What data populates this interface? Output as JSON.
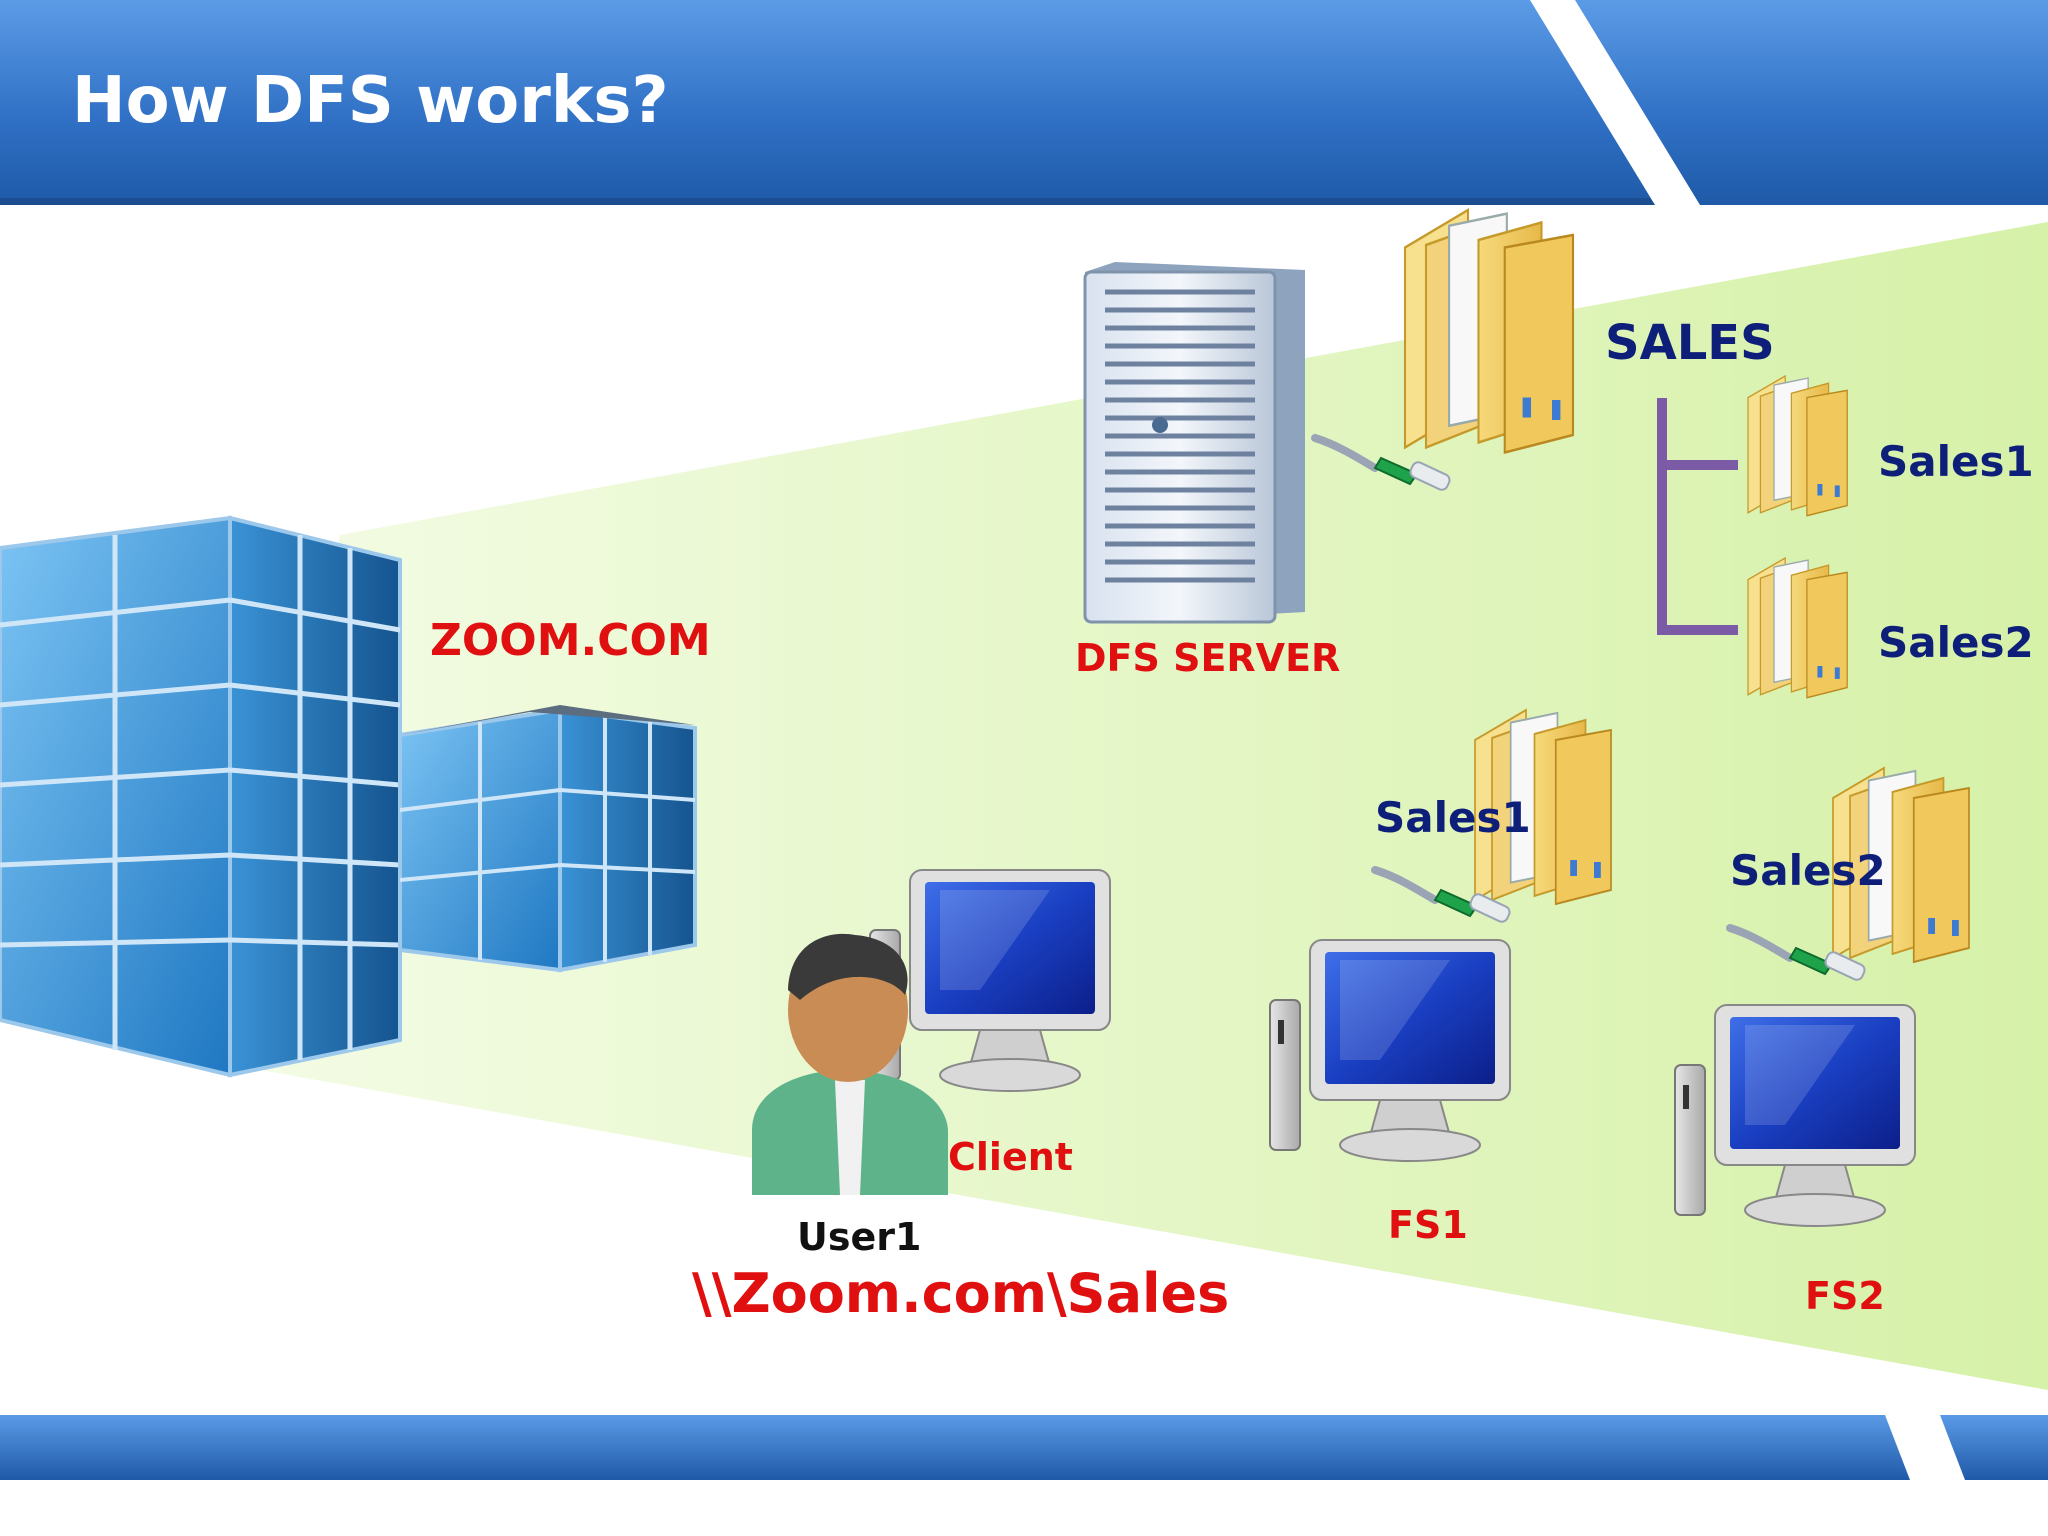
{
  "slide": {
    "title": "How DFS works?"
  },
  "labels": {
    "domain": "ZOOM.COM",
    "dfs_server": "DFS SERVER",
    "sales_root": "SALES",
    "tree_sales1": "Sales1",
    "tree_sales2": "Sales2",
    "fs1_share": "Sales1",
    "fs2_share": "Sales2",
    "client": "Client",
    "user": "User1",
    "unc_path": "\\\\Zoom.com\\Sales",
    "fs1": "FS1",
    "fs2": "FS2"
  },
  "colors": {
    "header_blue": "#3a7bd5",
    "zone_green": "#dff5b8",
    "tree_line": "#7b5aa6",
    "label_red": "#e01010",
    "label_navy": "#0e1f7a"
  },
  "icons": [
    "building-icon",
    "server-icon",
    "folder-icon",
    "computer-icon",
    "user-icon",
    "network-cable-icon"
  ]
}
